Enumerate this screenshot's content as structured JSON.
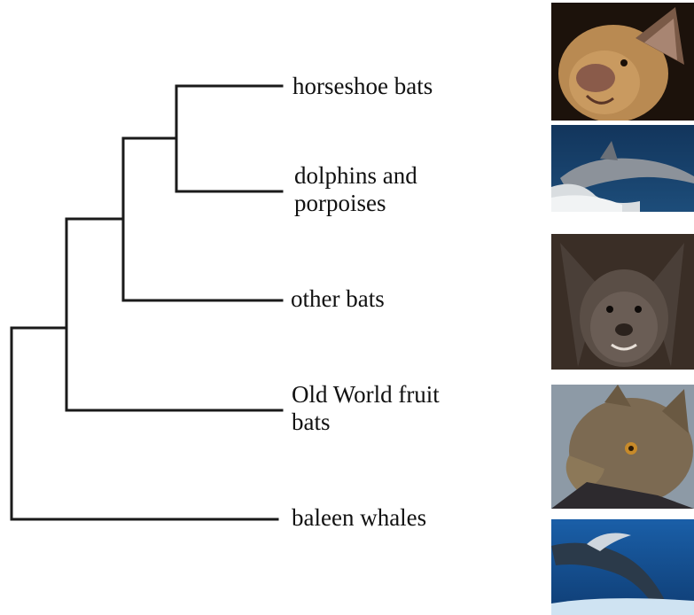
{
  "taxa": [
    {
      "key": "horseshoe",
      "label_lines": [
        "horseshoe bats"
      ],
      "photo": "horseshoe-bat-photo"
    },
    {
      "key": "dolphins",
      "label_lines": [
        "dolphins and",
        "porpoises"
      ],
      "photo": "dolphin-photo"
    },
    {
      "key": "other_bats",
      "label_lines": [
        "other bats"
      ],
      "photo": "bat-face-photo"
    },
    {
      "key": "fruit_bats",
      "label_lines": [
        "Old World fruit",
        "bats"
      ],
      "photo": "fruit-bat-photo"
    },
    {
      "key": "whales",
      "label_lines": [
        "baleen whales"
      ],
      "photo": "whale-photo"
    }
  ],
  "colors": {
    "branch": "#1a1a1a",
    "text": "#111111"
  }
}
